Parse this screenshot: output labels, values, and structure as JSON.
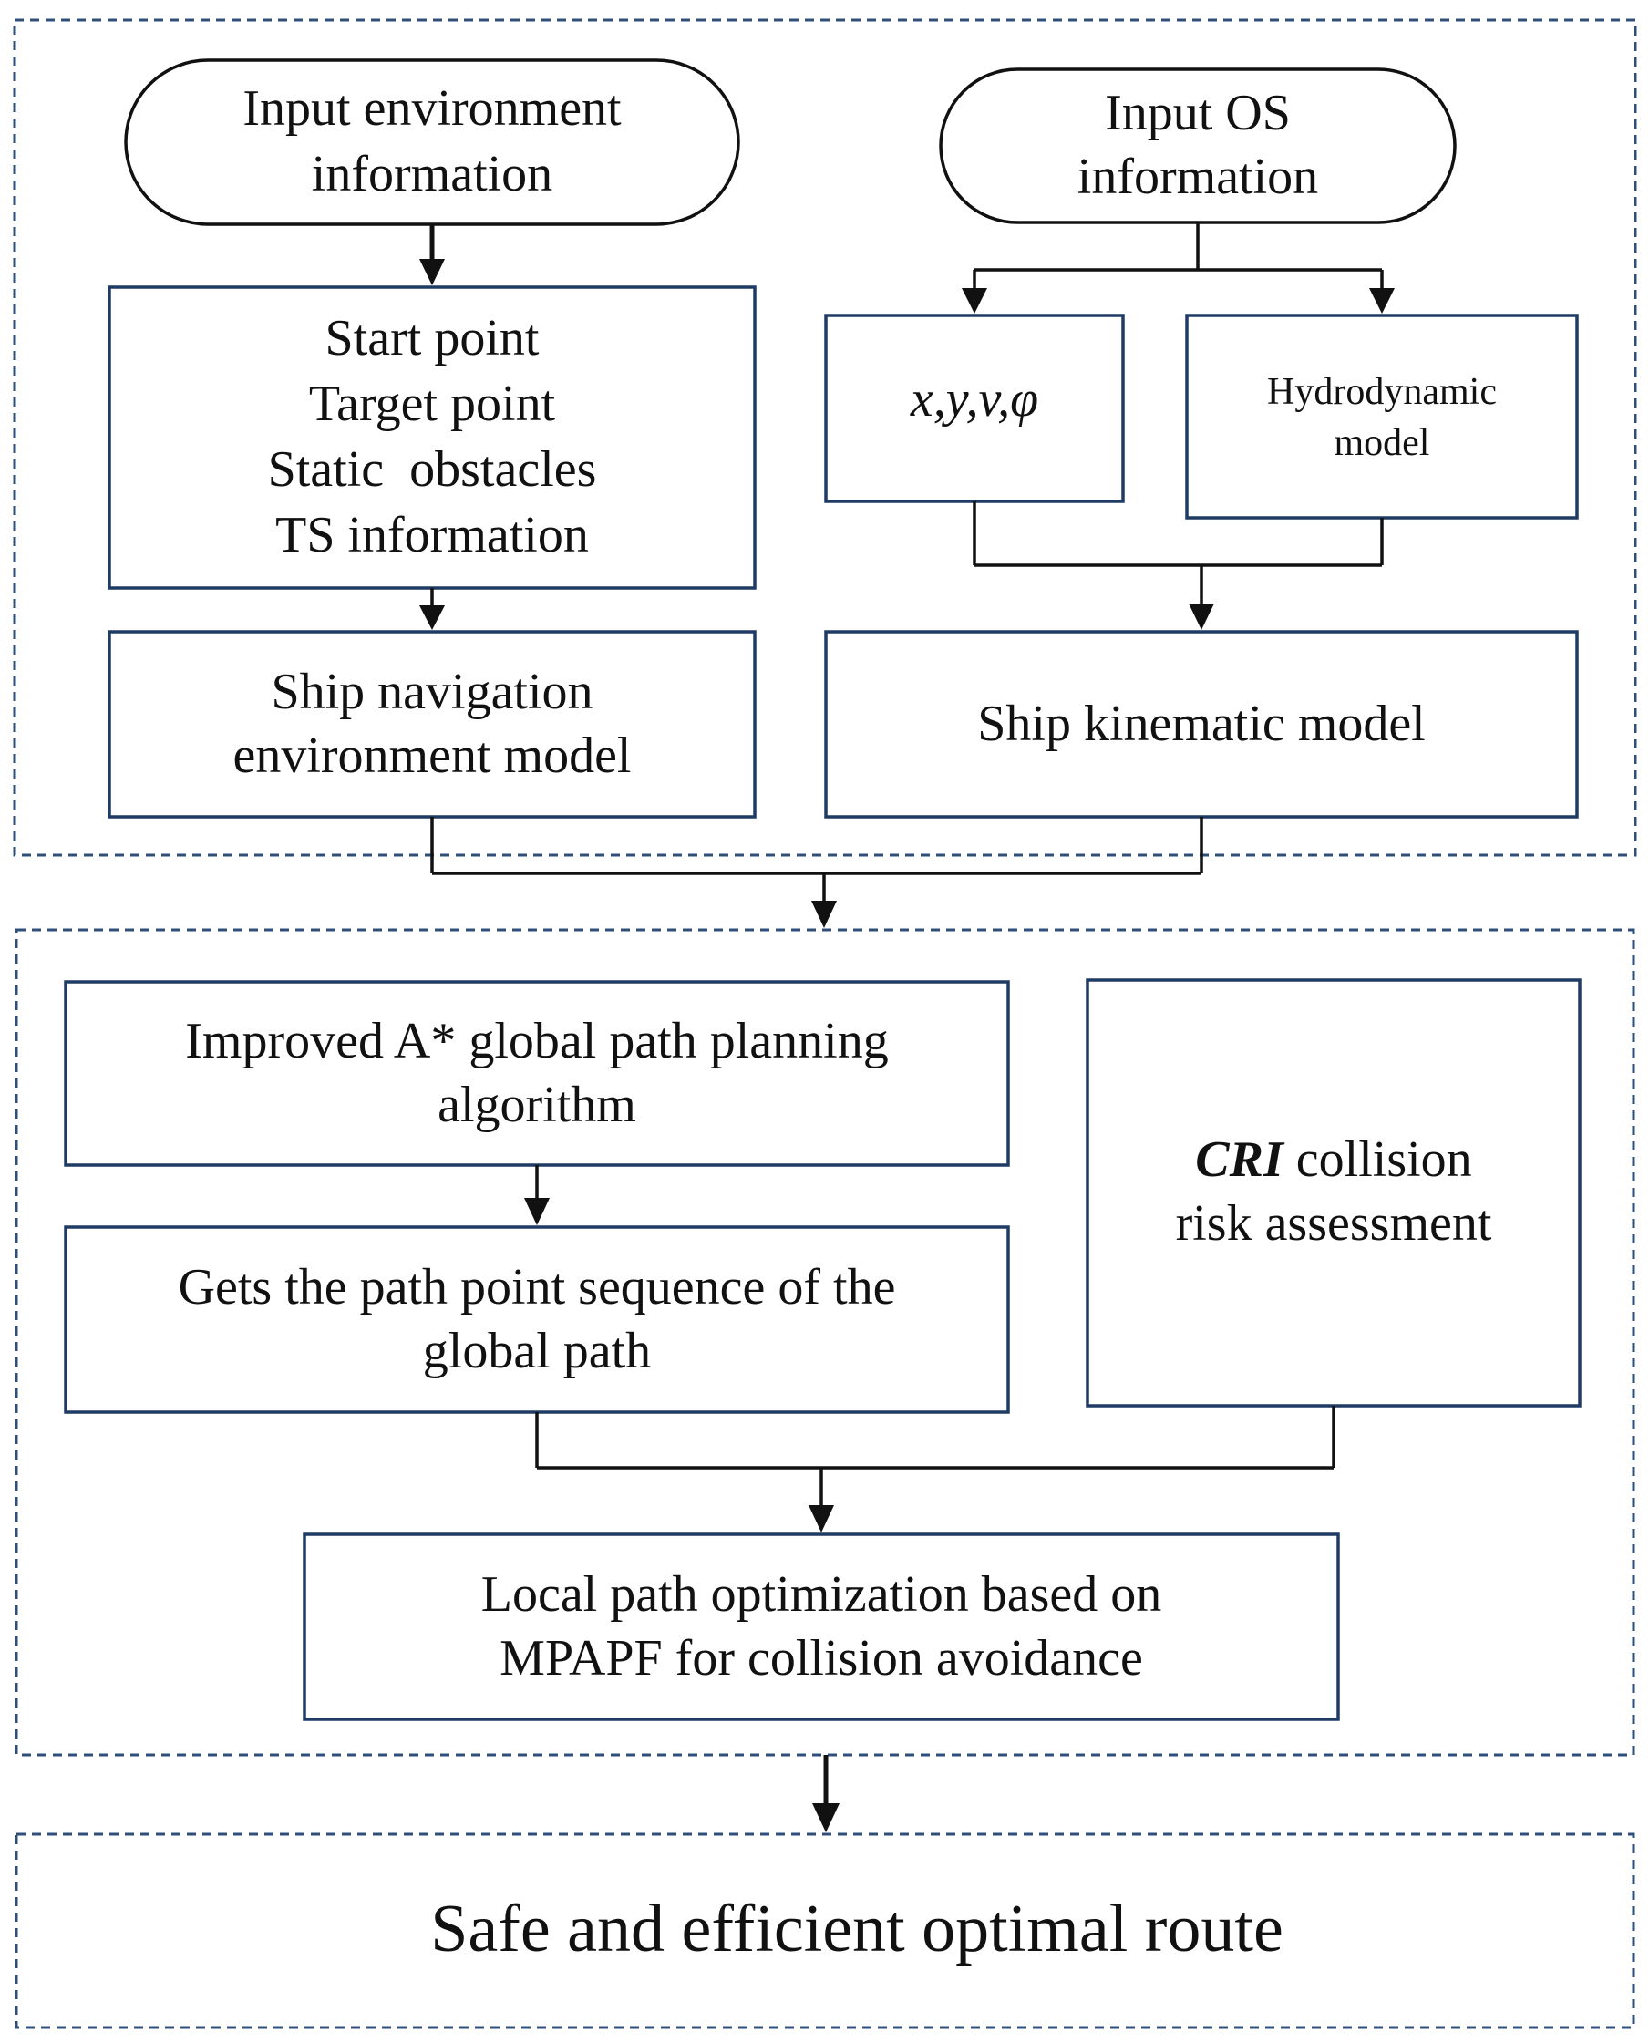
{
  "terminals": {
    "env": {
      "line1": "Input environment",
      "line2": "information"
    },
    "os": {
      "line1": "Input OS",
      "line2": "information"
    }
  },
  "boxes": {
    "env_items": [
      "Start point",
      "Target point",
      "Static  obstacles",
      "TS information"
    ],
    "state_vars": "x,y,v,φ",
    "hydro": {
      "line1": "Hydrodynamic",
      "line2": "model"
    },
    "nav_env": {
      "line1": "Ship navigation",
      "line2": "environment model"
    },
    "kinematic": "Ship kinematic model",
    "astar": {
      "line1": "Improved A* global path planning",
      "line2": "algorithm"
    },
    "path_points": {
      "line1": "Gets the path point sequence of the",
      "line2": "global path"
    },
    "cri": {
      "emph": "CRI",
      "rest": " collision",
      "line2": "risk assessment"
    },
    "local": {
      "line1": "Local path optimization based on",
      "line2": "MPAPF for collision avoidance"
    }
  },
  "result": "Safe and efficient optimal route"
}
